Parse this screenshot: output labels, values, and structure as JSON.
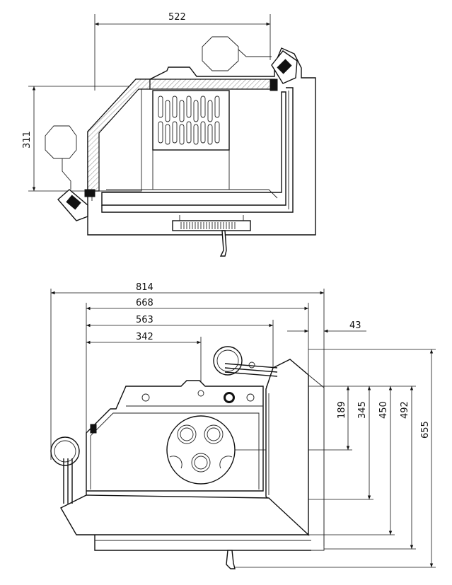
{
  "top_view": {
    "dimensions": {
      "width_522": "522",
      "height_311": "311"
    }
  },
  "front_view": {
    "dimensions": {
      "w_814": "814",
      "w_668": "668",
      "w_563": "563",
      "w_342": "342",
      "w_43": "43",
      "h_189": "189",
      "h_345": "345",
      "h_450": "450",
      "h_492": "492",
      "h_655": "655"
    }
  },
  "colors": {
    "line": "#111111",
    "background": "#ffffff"
  }
}
